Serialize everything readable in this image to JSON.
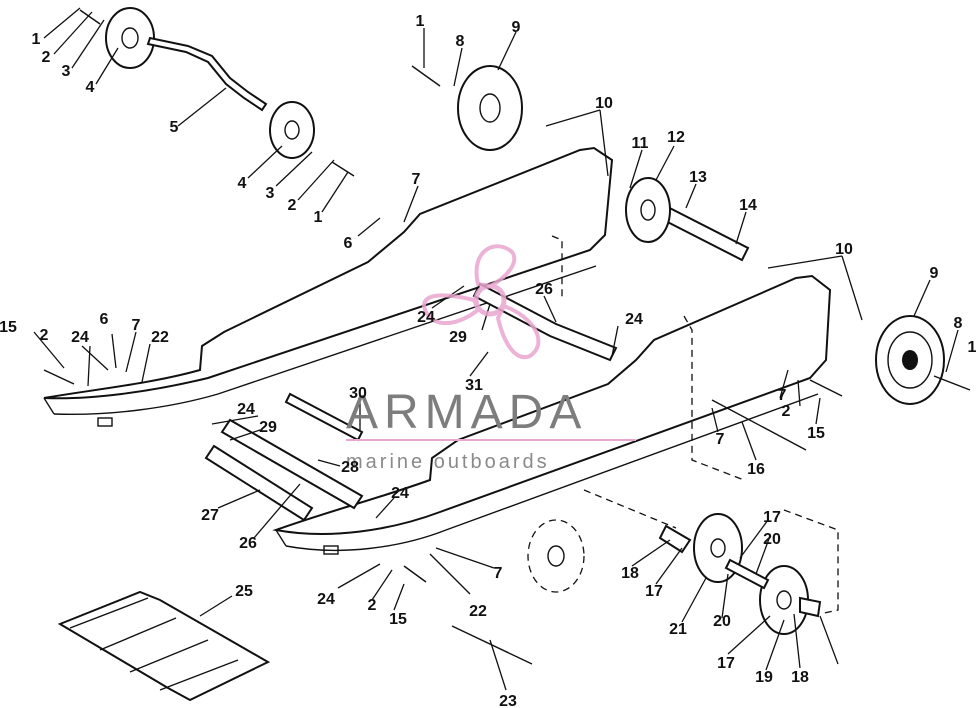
{
  "watermark": {
    "name": "ARMADA",
    "tagline": "marine outboards",
    "logo_color": "#e9a6cf",
    "text_color": "#7d7d7d"
  },
  "callouts": [
    "1",
    "2",
    "3",
    "4",
    "5",
    "4",
    "3",
    "2",
    "1",
    "1",
    "8",
    "9",
    "10",
    "11",
    "12",
    "13",
    "14",
    "7",
    "6",
    "10",
    "9",
    "8",
    "1",
    "15",
    "2",
    "24",
    "6",
    "7",
    "22",
    "24",
    "29",
    "26",
    "24",
    "31",
    "30",
    "24",
    "29",
    "28",
    "27",
    "26",
    "24",
    "7",
    "2",
    "15",
    "7",
    "16",
    "25",
    "24",
    "2",
    "15",
    "22",
    "7",
    "23",
    "18",
    "17",
    "17",
    "20",
    "21",
    "20",
    "17",
    "19",
    "18"
  ]
}
